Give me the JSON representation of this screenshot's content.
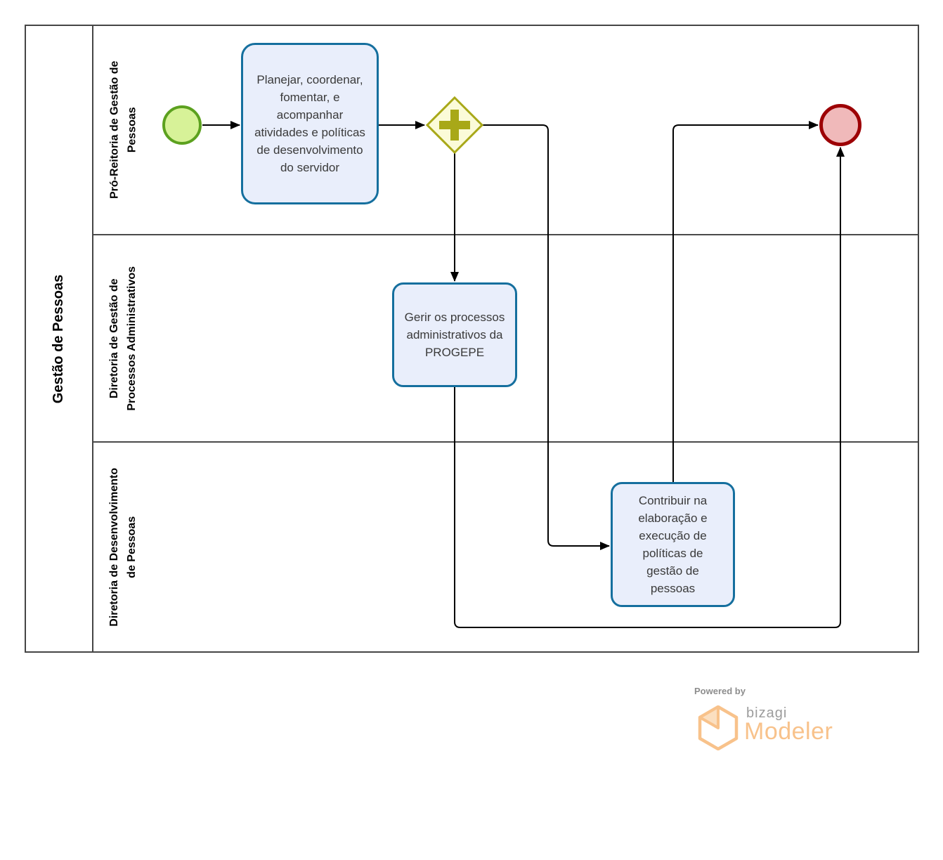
{
  "pool": {
    "title": "Gestão de Pessoas"
  },
  "lanes": [
    {
      "name": "Pró-Reitoria de Gestão de Pessoas",
      "lines": [
        "Pró-Reitoria de Gestão de",
        "Pessoas"
      ]
    },
    {
      "name": "Diretoria de Gestão de Processos Administrativos",
      "lines": [
        "Diretoria de Gestão de",
        "Processos Administrativos"
      ]
    },
    {
      "name": "Diretoria de Desenvolvimento de Pessoas",
      "lines": [
        "Diretoria de Desenvolvimento",
        "de Pessoas"
      ]
    }
  ],
  "tasks": [
    {
      "id": "task-planejar",
      "lane": 0,
      "label": "Planejar, coordenar, fomentar, e acompanhar atividades e políticas de desenvolvimento do servidor"
    },
    {
      "id": "task-gerir",
      "lane": 1,
      "label": "Gerir os processos administrativos da PROGEPE"
    },
    {
      "id": "task-contribuir",
      "lane": 2,
      "label": "Contribuir na elaboração e execução de políticas de gestão de pessoas"
    }
  ],
  "events": {
    "start": {
      "type": "start-event",
      "lane": 0,
      "fill": "#d7f298",
      "stroke": "#5ca11f"
    },
    "end": {
      "type": "end-event",
      "lane": 0,
      "fill": "#f0b9ba",
      "stroke": "#9d0105"
    }
  },
  "gateway": {
    "type": "parallel-gateway",
    "symbol": "plus",
    "lane": 0,
    "fill": "#fbfbd8",
    "stroke": "#a8a818"
  },
  "flows": [
    {
      "from": "start-event",
      "to": "task-planejar"
    },
    {
      "from": "task-planejar",
      "to": "parallel-gateway"
    },
    {
      "from": "parallel-gateway",
      "to": "task-gerir"
    },
    {
      "from": "parallel-gateway",
      "to": "task-contribuir"
    },
    {
      "from": "task-gerir",
      "to": "end-event"
    },
    {
      "from": "task-contribuir",
      "to": "end-event"
    }
  ],
  "colors": {
    "task_fill": "#e9eefb",
    "task_stroke": "#156f9e",
    "flow_line": "#000000",
    "pool_border": "#454545",
    "lane_border": "#4a4a4a"
  },
  "branding": {
    "powered_by": "Powered by",
    "brand": "bizagi",
    "product": "Modeler",
    "orange": "#f8c28b",
    "gray": "#9c9c9c"
  }
}
